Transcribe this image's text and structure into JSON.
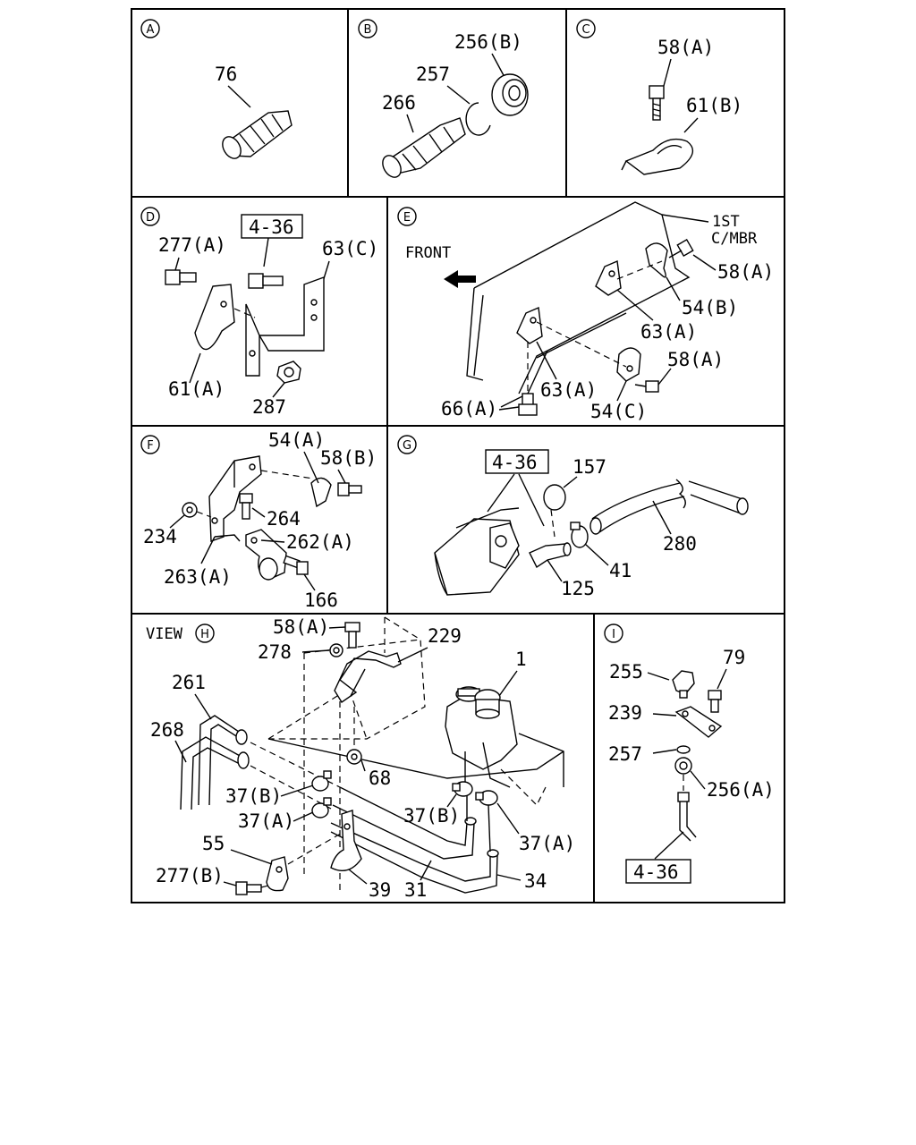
{
  "panels": {
    "A": {
      "circle": "A",
      "labels": {
        "p76": "76"
      }
    },
    "B": {
      "circle": "B",
      "labels": {
        "p256b": "256(B)",
        "p257": "257",
        "p266": "266"
      }
    },
    "C": {
      "circle": "C",
      "labels": {
        "p58a": "58(A)",
        "p61b": "61(B)"
      }
    },
    "D": {
      "circle": "D",
      "labels": {
        "ref": "4-36",
        "p277a": "277(A)",
        "p63c": "63(C)",
        "p61a": "61(A)",
        "p287": "287"
      }
    },
    "E": {
      "circle": "E",
      "labels": {
        "front": "FRONT",
        "mbr1": "1ST",
        "mbr2": "C/MBR",
        "p58a_top": "58(A)",
        "p54b": "54(B)",
        "p63a_r": "63(A)",
        "p58a_bot": "58(A)",
        "p63a_l": "63(A)",
        "p66a": "66(A)",
        "p54c": "54(C)"
      }
    },
    "F": {
      "circle": "F",
      "labels": {
        "p54a": "54(A)",
        "p58b": "58(B)",
        "p264": "264",
        "p234": "234",
        "p262a": "262(A)",
        "p263a": "263(A)",
        "p166": "166"
      }
    },
    "G": {
      "circle": "G",
      "labels": {
        "ref": "4-36",
        "p157": "157",
        "p280": "280",
        "p41": "41",
        "p125": "125"
      }
    },
    "H": {
      "view": "VIEW",
      "circle": "H",
      "labels": {
        "p58a": "58(A)",
        "p229": "229",
        "p278": "278",
        "p1": "1",
        "p261": "261",
        "p268": "268",
        "p68": "68",
        "p37b_l": "37(B)",
        "p37a_l": "37(A)",
        "p37b_r": "37(B)",
        "p37a_r": "37(A)",
        "p55": "55",
        "p277b": "277(B)",
        "p39": "39",
        "p31": "31",
        "p34": "34"
      }
    },
    "I": {
      "circle": "I",
      "labels": {
        "p255": "255",
        "p79": "79",
        "p239": "239",
        "p257": "257",
        "p256a": "256(A)",
        "ref": "4-36"
      }
    }
  }
}
